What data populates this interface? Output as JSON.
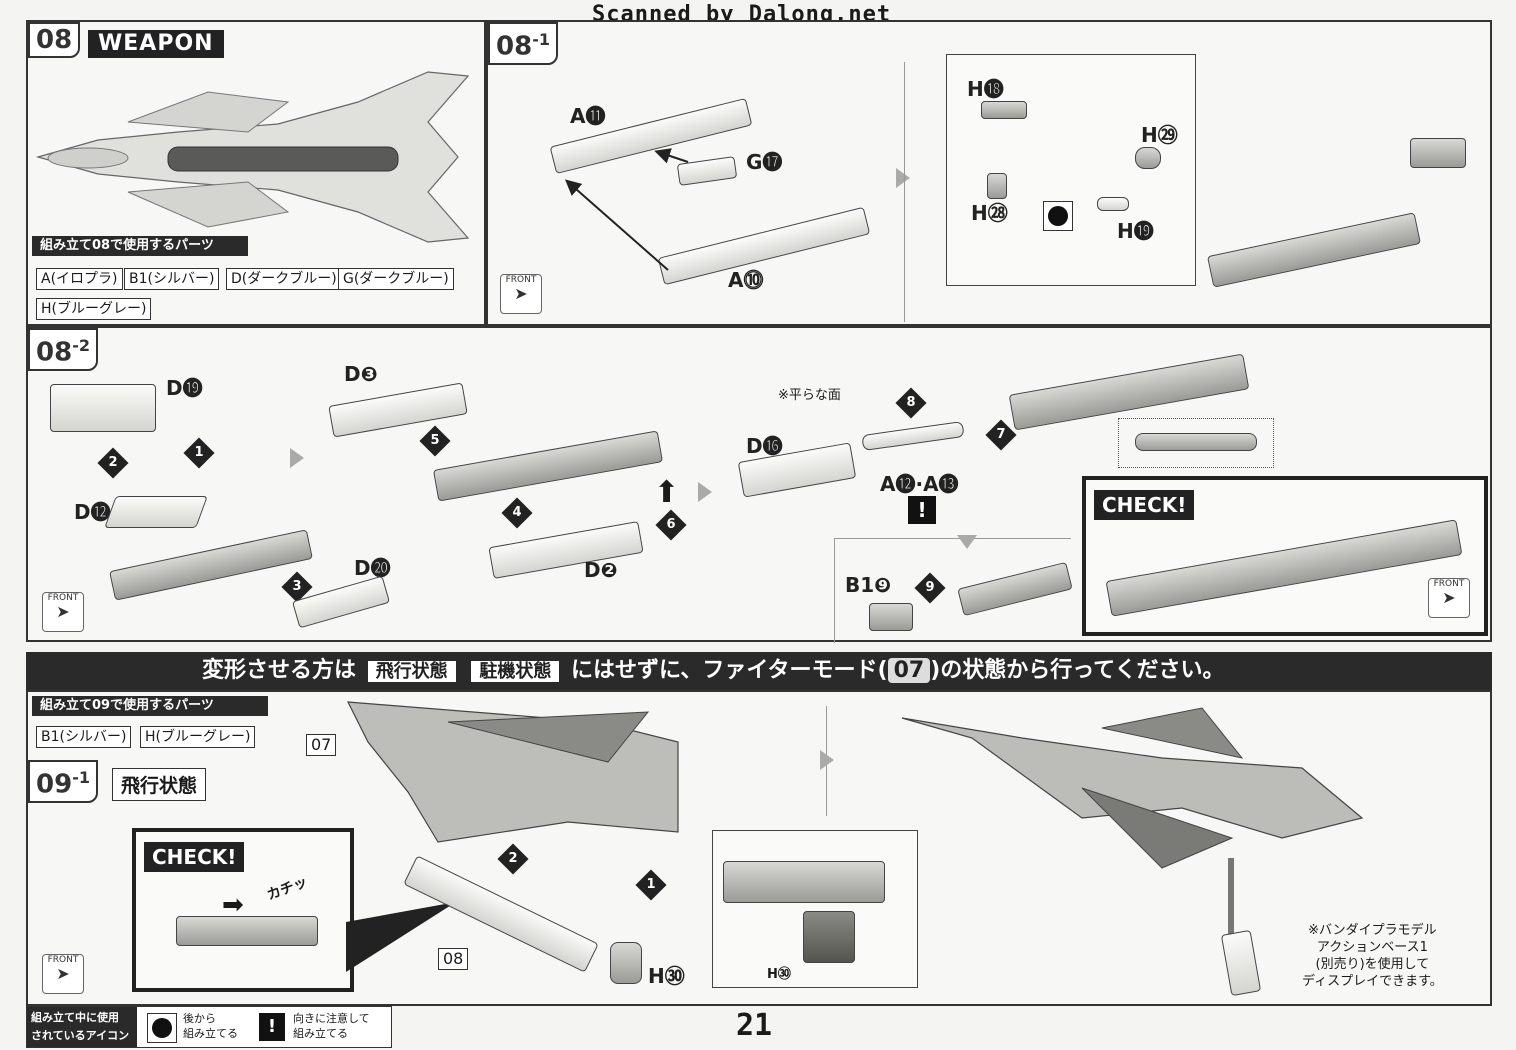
{
  "header": {
    "watermark": "Scanned by Dalong.net",
    "page_number": "21"
  },
  "step08": {
    "tag": "08",
    "title": "WEAPON",
    "parts_header": "組み立て08で使用するパーツ",
    "parts": [
      "A(イロプラ)",
      "B1(シルバー)",
      "D(ダークブルー)",
      "G(ダークブルー)",
      "H(ブルーグレー)"
    ]
  },
  "step08_1": {
    "tag": "08",
    "sub": "-1",
    "labels": {
      "a11": "A⓫",
      "g17": "G⓱",
      "a10": "A⓾",
      "h18": "H⓲",
      "h29": "H㉙",
      "h28": "H㉘",
      "h19": "H⓳"
    },
    "front": "FRONT"
  },
  "step08_2": {
    "tag": "08",
    "sub": "-2",
    "labels": {
      "d19": "D⓳",
      "d12": "D⓬",
      "d20": "D⓴",
      "d3": "D❸",
      "d2": "D❷",
      "d16": "D⓰",
      "a12_13": "A⓬·A⓭",
      "b1_9": "B1❾",
      "flat_note": "※平らな面"
    },
    "steps": [
      "1",
      "2",
      "3",
      "4",
      "5",
      "6",
      "7",
      "8",
      "9"
    ],
    "caution": "!",
    "check": "CHECK!",
    "front": "FRONT"
  },
  "banner": {
    "text_before": "変形させる方は",
    "box1": "飛行状態",
    "box2": "駐機状態",
    "text_after": "にはせずに、ファイターモード(",
    "ref": "07",
    "text_end": ")の状態から行ってください。"
  },
  "step09": {
    "parts_header": "組み立て09で使用するパーツ",
    "parts": [
      "B1(シルバー)",
      "H(ブルーグレー)"
    ],
    "tag": "09",
    "sub": "-1",
    "mode": "飛行状態",
    "check": "CHECK!",
    "click": "カチッ",
    "ref07": "07",
    "ref08": "08",
    "h30": "H㉚",
    "h30_small": "H㉚",
    "steps": [
      "1",
      "2"
    ],
    "note": "※バンダイプラモデル\nアクションベース1\n(別売り)を使用して\nディスプレイできます。",
    "front": "FRONT"
  },
  "legend": {
    "title": "組み立て中に使用\nされているアイコン",
    "icon1": "後から\n組み立てる",
    "icon2": "向きに注意して\n組み立てる",
    "icon2_glyph": "!"
  }
}
